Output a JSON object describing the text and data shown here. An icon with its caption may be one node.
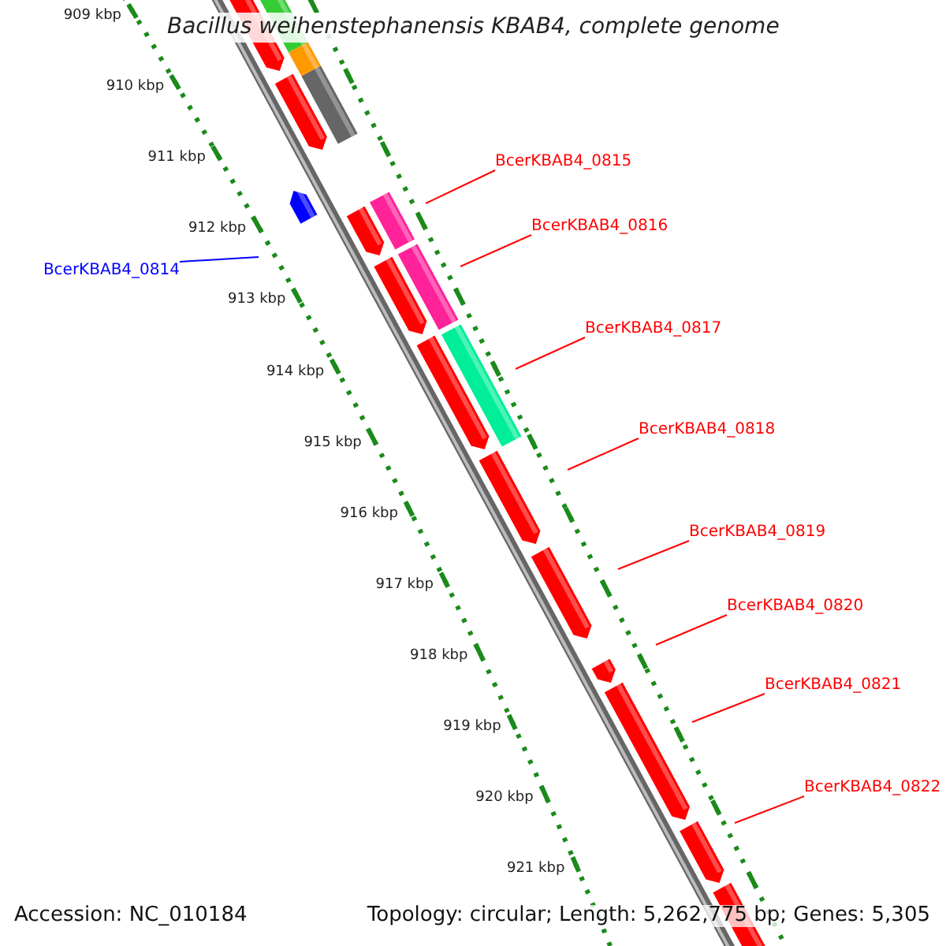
{
  "diagram": {
    "title": "Bacillus weihenstephanensis KBAB4, complete genome",
    "nodes": [
      {
        "text": [
          "BcerKBAB4_0815"
        ]
      },
      {
        "text": [
          "BcerKBAB4_0816"
        ]
      },
      {
        "text": [
          "BcerKBAB4_0814"
        ]
      },
      {
        "text": [
          "BcerKBAB4_0817"
        ]
      },
      {
        "text": [
          "BcerKBAB4_0818"
        ]
      },
      {
        "text": [
          "BcerKBAB4_0819"
        ]
      },
      {
        "text": [
          "BcerKBAB4_0820"
        ]
      },
      {
        "text": [
          "BcerKBAB4_0821"
        ]
      },
      {
        "text": [
          "BcerKBAB4_0822"
        ]
      }
    ],
    "edges": [
      {
        "from": 0,
        "to": null,
        "arrow": "none"
      },
      {
        "from": 1,
        "to": null,
        "arrow": "none"
      },
      {
        "from": 2,
        "to": null,
        "arrow": "none",
        "color": "#0000ff"
      },
      {
        "from": 3,
        "to": null,
        "arrow": "none"
      },
      {
        "from": 4,
        "to": null,
        "arrow": "none"
      },
      {
        "from": 5,
        "to": null,
        "arrow": "none"
      },
      {
        "from": 6,
        "to": null,
        "arrow": "none"
      },
      {
        "from": 7,
        "to": null,
        "arrow": "none"
      },
      {
        "from": 8,
        "to": null,
        "arrow": "none"
      }
    ],
    "labels": [
      "909 kbp",
      "910 kbp",
      "911 kbp",
      "912 kbp",
      "913 kbp",
      "914 kbp",
      "915 kbp",
      "916 kbp",
      "917 kbp",
      "918 kbp",
      "919 kbp",
      "920 kbp",
      "921 kbp",
      "Accession: NC_010184",
      "Topology: circular; Length: 5,262,775 bp; Genes: 5,305"
    ]
  }
}
